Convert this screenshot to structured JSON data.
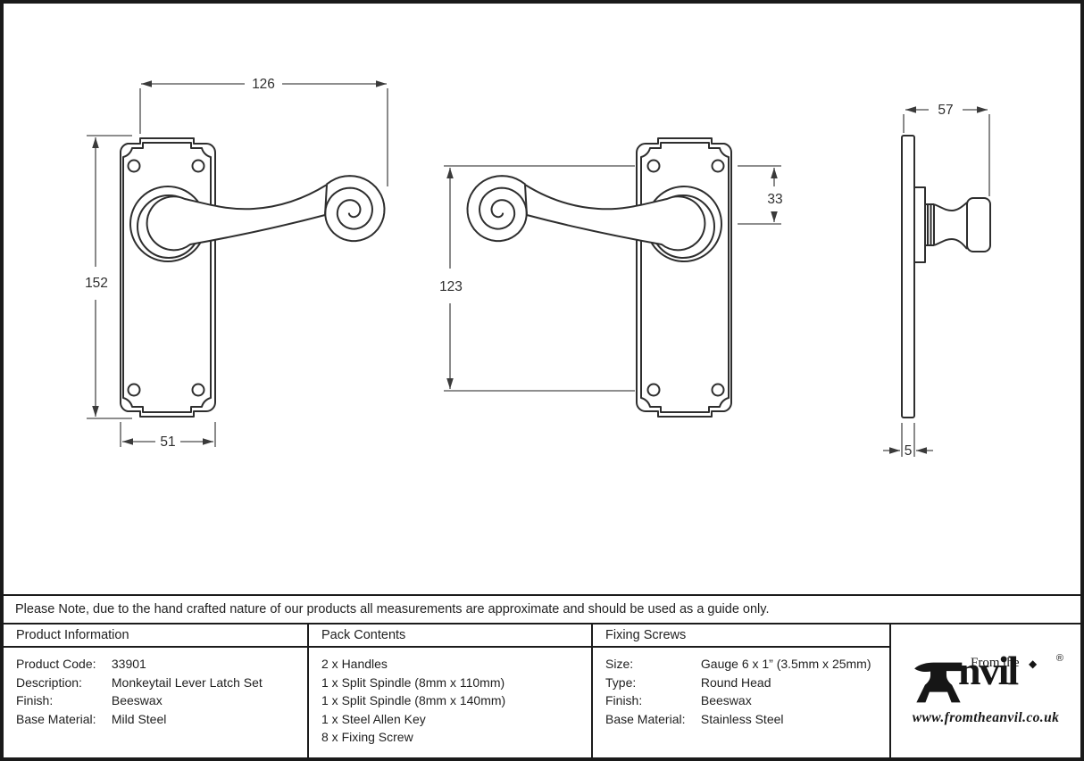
{
  "note": "Please Note, due to the hand crafted nature of our products all measurements are approximate and should be used as a guide only.",
  "dimensions": {
    "overall_length": "126",
    "plate_height": "152",
    "plate_width": "51",
    "screw_centres": "123",
    "top_to_spindle": "33",
    "projection": "57",
    "plate_thickness": "5"
  },
  "table": {
    "product_information": {
      "title": "Product Information",
      "rows": [
        {
          "label": "Product Code:",
          "value": "33901"
        },
        {
          "label": "Description:",
          "value": "Monkeytail Lever Latch Set"
        },
        {
          "label": "Finish:",
          "value": "Beeswax"
        },
        {
          "label": "Base Material:",
          "value": "Mild Steel"
        }
      ]
    },
    "pack_contents": {
      "title": "Pack Contents",
      "items": [
        "2 x Handles",
        "1 x Split Spindle (8mm x 110mm)",
        "1 x Split Spindle (8mm x 140mm)",
        "1 x Steel Allen Key",
        "8 x Fixing Screw"
      ]
    },
    "fixing_screws": {
      "title": "Fixing Screws",
      "rows": [
        {
          "label": "Size:",
          "value": "Gauge 6 x 1” (3.5mm x 25mm)"
        },
        {
          "label": "Type:",
          "value": "Round Head"
        },
        {
          "label": "Finish:",
          "value": "Beeswax"
        },
        {
          "label": "Base Material:",
          "value": "Stainless Steel"
        }
      ]
    }
  },
  "logo": {
    "prefix": "From the",
    "name_rest": "nvil",
    "registered": "®",
    "diamond": "◆",
    "url": "www.fromtheanvil.co.uk"
  },
  "colors": {
    "line": "#2e2e2e",
    "dim_line": "#4a4a4a",
    "frame": "#1a1a1a",
    "background": "#ffffff"
  }
}
